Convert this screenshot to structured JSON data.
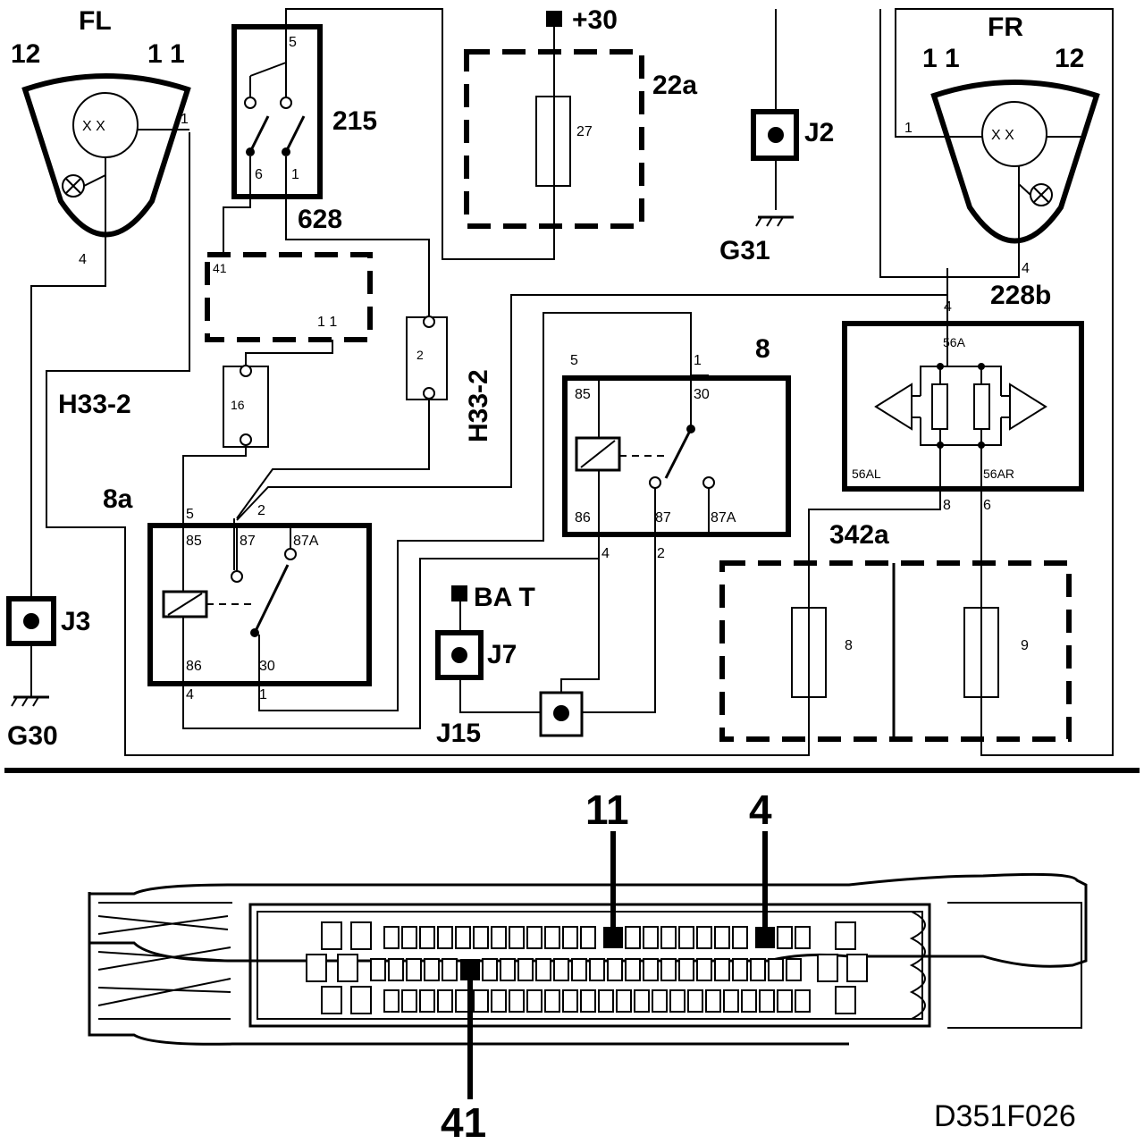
{
  "components": {
    "fl_lamp": {
      "name": "FL",
      "pin_a": "12",
      "pin_b": "1 1",
      "pin_1": "1",
      "pin_4": "4"
    },
    "fr_lamp": {
      "name": "FR",
      "pin_a": "1 1",
      "pin_b": "12",
      "pin_1": "1",
      "pin_4": "4",
      "ref": "228b"
    },
    "switch_215": {
      "name": "215",
      "pin_5": "5",
      "pin_6": "6",
      "pin_1": "1",
      "sub": "628"
    },
    "fusebox_22a": {
      "name": "22a",
      "supply": "+30",
      "fuse": "27"
    },
    "ground_j2": {
      "name": "J2",
      "ground": "G31"
    },
    "ground_j3": {
      "name": "J3",
      "ground": "G30"
    },
    "connector_dashed": {
      "pin_41": "41",
      "pin_11": "1 1"
    },
    "conn_16": {
      "label": "16"
    },
    "conn_2": {
      "label": "2"
    },
    "h33_left": "H33-2",
    "h33_right": "H33-2",
    "relay_8": {
      "name": "8",
      "pin_top_left": "5",
      "pin_top_right": "1",
      "t85": "85",
      "t30": "30",
      "t86": "86",
      "t87": "87",
      "t87a": "87A",
      "pin_bottom_left": "4",
      "pin_bottom_right": "2"
    },
    "relay_8a": {
      "name": "8a",
      "pin_top_left": "5",
      "pin_top_mid": "2",
      "t85": "85",
      "t87": "87",
      "t87a": "87A",
      "t86": "86",
      "t30": "30",
      "pin_bottom_left": "4",
      "pin_bottom_right": "1"
    },
    "module_228b": {
      "pin_top": "4",
      "t56a": "56A",
      "t56al": "56AL",
      "t56ar": "56AR",
      "pin_left": "8",
      "pin_right": "6"
    },
    "fusebox_342a": {
      "name": "342a",
      "fuse_a": "8",
      "fuse_b": "9"
    },
    "bat": {
      "label": "BA  T"
    },
    "j7": {
      "name": "J7"
    },
    "j15": {
      "name": "J15"
    }
  },
  "connector_pins": {
    "pin_a": "11",
    "pin_b": "4",
    "pin_c": "41"
  },
  "diagram_ref": "D351F026"
}
